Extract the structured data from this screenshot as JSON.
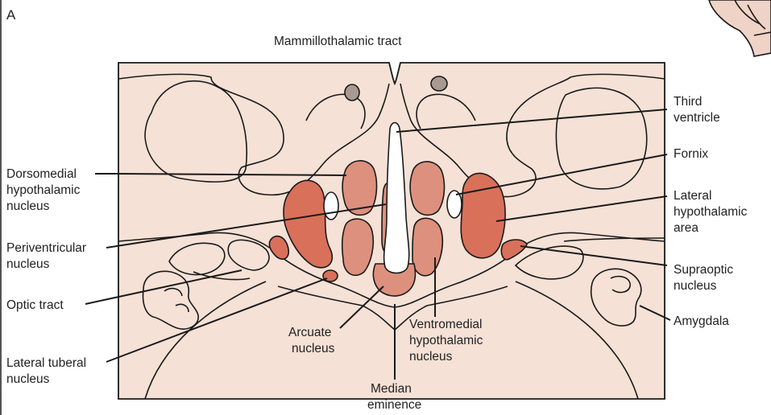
{
  "panel_letter": "A",
  "colors": {
    "tissue": "#f5e1d6",
    "nucleus_dark": "#d9705a",
    "nucleus_mid": "#dd907d",
    "nucleus_light": "#e7b3a3",
    "outline": "#1a1a1a"
  },
  "labels": {
    "mammillothalamic_tract": "Mammillothalamic tract",
    "third_ventricle": [
      "Third",
      "ventricle"
    ],
    "dorsomedial": [
      "Dorsomedial",
      "hypothalamic",
      "nucleus"
    ],
    "fornix": "Fornix",
    "lateral_area": [
      "Lateral",
      "hypothalamic",
      "area"
    ],
    "periventricular": [
      "Periventricular",
      "nucleus"
    ],
    "supraoptic": [
      "Supraoptic",
      "nucleus"
    ],
    "optic_tract": "Optic tract",
    "amygdala": "Amygdala",
    "arcuate": [
      "Arcuate",
      "nucleus"
    ],
    "ventromedial": [
      "Ventromedial",
      "hypothalamic",
      "nucleus"
    ],
    "lateral_tuberal": [
      "Lateral tuberal",
      "nucleus"
    ],
    "median_eminence": [
      "Median",
      "eminence"
    ]
  }
}
